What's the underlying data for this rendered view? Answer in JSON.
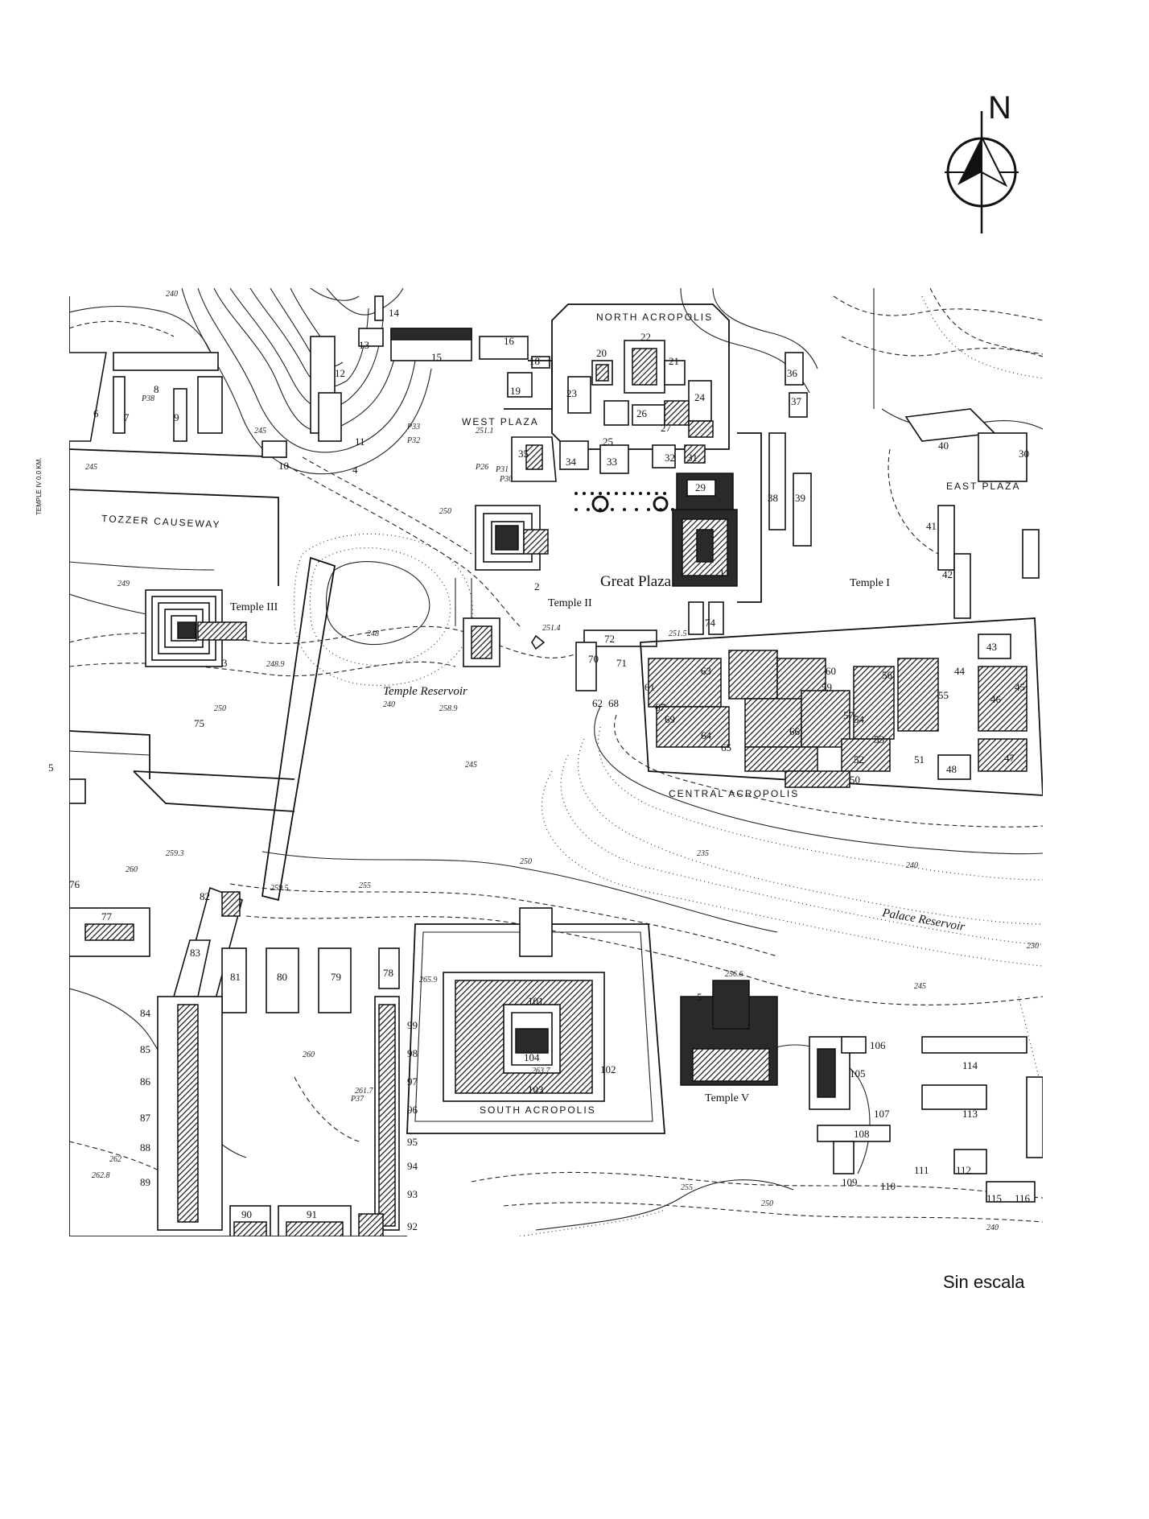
{
  "compass": {
    "north_label": "N",
    "icon": "north-arrow-icon"
  },
  "scale_note": "Sin escala",
  "side_label": "TEMPLE IV 0.0 KM.",
  "side_number": "5",
  "areas": {
    "north_acropolis": "NORTH ACROPOLIS",
    "west_plaza": "WEST PLAZA",
    "east_plaza": "EAST PLAZA",
    "great_plaza": "Great Plaza",
    "central_acropolis": "CENTRAL ACROPOLIS",
    "south_acropolis": "SOUTH ACROPOLIS",
    "tozzer_causeway": "TOZZER CAUSEWAY",
    "temple_reservoir": "Temple Reservoir",
    "palace_reservoir": "Palace Reservoir"
  },
  "temples": {
    "temple_1": "Temple I",
    "temple_2": "Temple II",
    "temple_3": "Temple III",
    "temple_5": "Temple V"
  },
  "elevations": {
    "e240a": "240",
    "e245a": "245",
    "e250a": "250",
    "e249": "249",
    "e248": "248",
    "e240b": "240",
    "e250b": "250",
    "e245b": "245",
    "e235": "235",
    "e240c": "240",
    "e250c": "250",
    "e255": "255",
    "e260a": "260",
    "e260b": "260",
    "e262": "262",
    "e245c": "245",
    "e250d": "250",
    "e255b": "255",
    "e240d": "240",
    "e230": "230",
    "e2589": "258.9",
    "e2593": "259.3",
    "e2595": "259.5",
    "e2514": "251.4",
    "e2515": "251.5",
    "e2489": "248.9",
    "e2566": "256.6",
    "e2659": "265.9",
    "e2628": "262.8",
    "e2617": "261.7",
    "e2637": "263.7",
    "e2511": "251.1"
  },
  "structure_numbers": [
    "1",
    "2",
    "3",
    "4",
    "5",
    "6",
    "7",
    "8",
    "9",
    "10",
    "11",
    "12",
    "13",
    "14",
    "15",
    "16",
    "18",
    "19",
    "20",
    "21",
    "22",
    "23",
    "24",
    "25",
    "26",
    "27",
    "29",
    "30",
    "31",
    "32",
    "33",
    "34",
    "35",
    "36",
    "37",
    "38",
    "39",
    "40",
    "41",
    "42",
    "43",
    "44",
    "45",
    "46",
    "47",
    "48",
    "50",
    "51",
    "52",
    "53",
    "54",
    "55",
    "56",
    "57",
    "59",
    "60",
    "61",
    "62",
    "63",
    "64",
    "65",
    "66",
    "67",
    "68",
    "69",
    "70",
    "71",
    "72",
    "74",
    "75",
    "76",
    "77",
    "78",
    "79",
    "80",
    "81",
    "82",
    "83",
    "84",
    "85",
    "86",
    "87",
    "88",
    "89",
    "90",
    "91",
    "92",
    "93",
    "94",
    "95",
    "96",
    "97",
    "98",
    "99",
    "101",
    "102",
    "103",
    "104",
    "105",
    "106",
    "107",
    "108",
    "109",
    "110",
    "111",
    "112",
    "113",
    "114",
    "115",
    "116"
  ],
  "stelae": {
    "p38": "P38",
    "p33": "P33",
    "p32": "P32",
    "p26": "P26",
    "p31": "P31",
    "p30": "P30",
    "p37": "P37"
  }
}
